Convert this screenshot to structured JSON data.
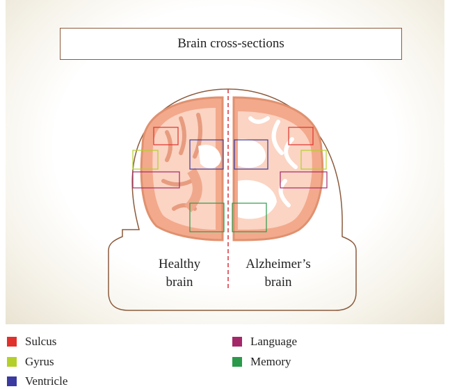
{
  "title": "Brain cross-sections",
  "labels": {
    "healthy_line1": "Healthy",
    "healthy_line2": "brain",
    "alz_line1": "Alzheimer’s",
    "alz_line2": "brain"
  },
  "legend": [
    {
      "label": "Sulcus",
      "color": "#e0312c"
    },
    {
      "label": "Gyrus",
      "color": "#b5cf2a"
    },
    {
      "label": "Ventricle",
      "color": "#3a3aa0"
    },
    {
      "label": "Language",
      "color": "#a3286a"
    },
    {
      "label": "Memory",
      "color": "#2a9a4a"
    }
  ],
  "colors": {
    "outline": "#8b5a3c",
    "divider": "#d9303a",
    "brain_tissue": "#f6b9a0",
    "brain_edge": "#e09072"
  }
}
